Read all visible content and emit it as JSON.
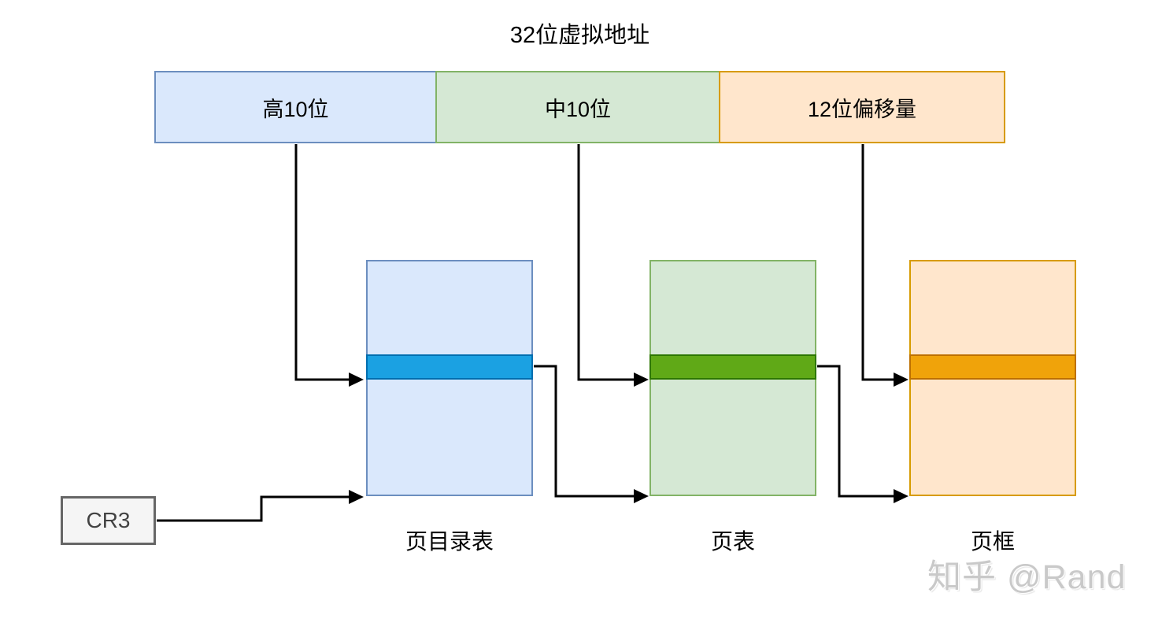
{
  "title": "32位虚拟地址",
  "address_bar": {
    "segments": [
      {
        "label": "高10位",
        "fill": "#dae8fc",
        "stroke": "#6c8ebf"
      },
      {
        "label": "中10位",
        "fill": "#d5e8d4",
        "stroke": "#82b366"
      },
      {
        "label": "12位偏移量",
        "fill": "#ffe6cc",
        "stroke": "#d79b00"
      }
    ]
  },
  "tables": [
    {
      "label": "页目录表",
      "fill": "#dae8fc",
      "stroke": "#6c8ebf",
      "row_fill": "#1ba1e2",
      "row_stroke": "#006eaf"
    },
    {
      "label": "页表",
      "fill": "#d5e8d4",
      "stroke": "#82b366",
      "row_fill": "#60a917",
      "row_stroke": "#2d7600"
    },
    {
      "label": "页框",
      "fill": "#ffe6cc",
      "stroke": "#d79b00",
      "row_fill": "#f0a30a",
      "row_stroke": "#bd7000"
    }
  ],
  "cr3": {
    "label": "CR3",
    "fill": "#f5f5f5",
    "stroke": "#666666"
  },
  "connector_color": "#000000",
  "watermark": "知乎 @Rand"
}
